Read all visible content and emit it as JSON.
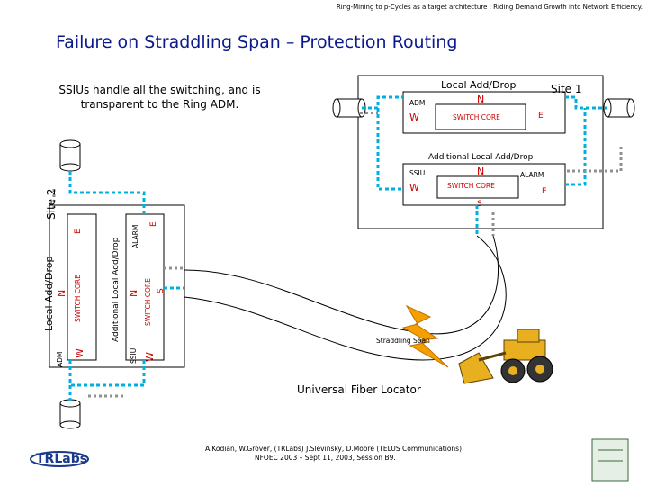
{
  "header": {
    "subtitle": "Ring-Mining to p-Cycles as a target architecture : Riding Demand Growth into Network Efficiency."
  },
  "slide": {
    "title": "Failure on Straddling Span – Protection Routing",
    "note": "SSIUs handle all the switching, and is transparent to the Ring ADM."
  },
  "site1": {
    "label": "Site 1",
    "local_drop": "Local Add/Drop",
    "adm": "ADM",
    "n": "N",
    "w": "W",
    "e": "E",
    "switch_core": "SWITCH CORE",
    "additional_drop": "Additional Local Add/Drop",
    "ssiu": "SSIU",
    "n2": "N",
    "w2": "W",
    "e2": "E",
    "s": "S",
    "alarm": "ALARM",
    "switch_core2": "SWITCH CORE"
  },
  "site2": {
    "label": "Site 2",
    "local_drop": "Local Add/Drop",
    "adm": "ADM",
    "w": "W",
    "n": "N",
    "e": "E",
    "switch_core": "SWITCH CORE",
    "additional_drop": "Additional Local Add/Drop",
    "ssiu": "SSIU",
    "w2": "W",
    "n2": "N",
    "e2": "E",
    "s": "S",
    "alarm": "ALARM",
    "switch_core2": "SWITCH CORE"
  },
  "diagram": {
    "straddling_span": "Straddling Span",
    "locator": "Universal Fiber Locator"
  },
  "footer": {
    "authors": "A.Kodian, W.Grover, (TRLabs) J.Slevinsky, D.Moore (TELUS Communications)",
    "venue": "NFOEC 2003 – Sept 11, 2003, Session B9.",
    "logo": "TRLabs"
  },
  "colors": {
    "title": "#0a1a8c",
    "path_cyan": "#00b0e0",
    "path_gray": "#909090",
    "alarm_red": "#cc0000",
    "lightning": "#f5a000",
    "bulldozer": "#e8b020"
  }
}
